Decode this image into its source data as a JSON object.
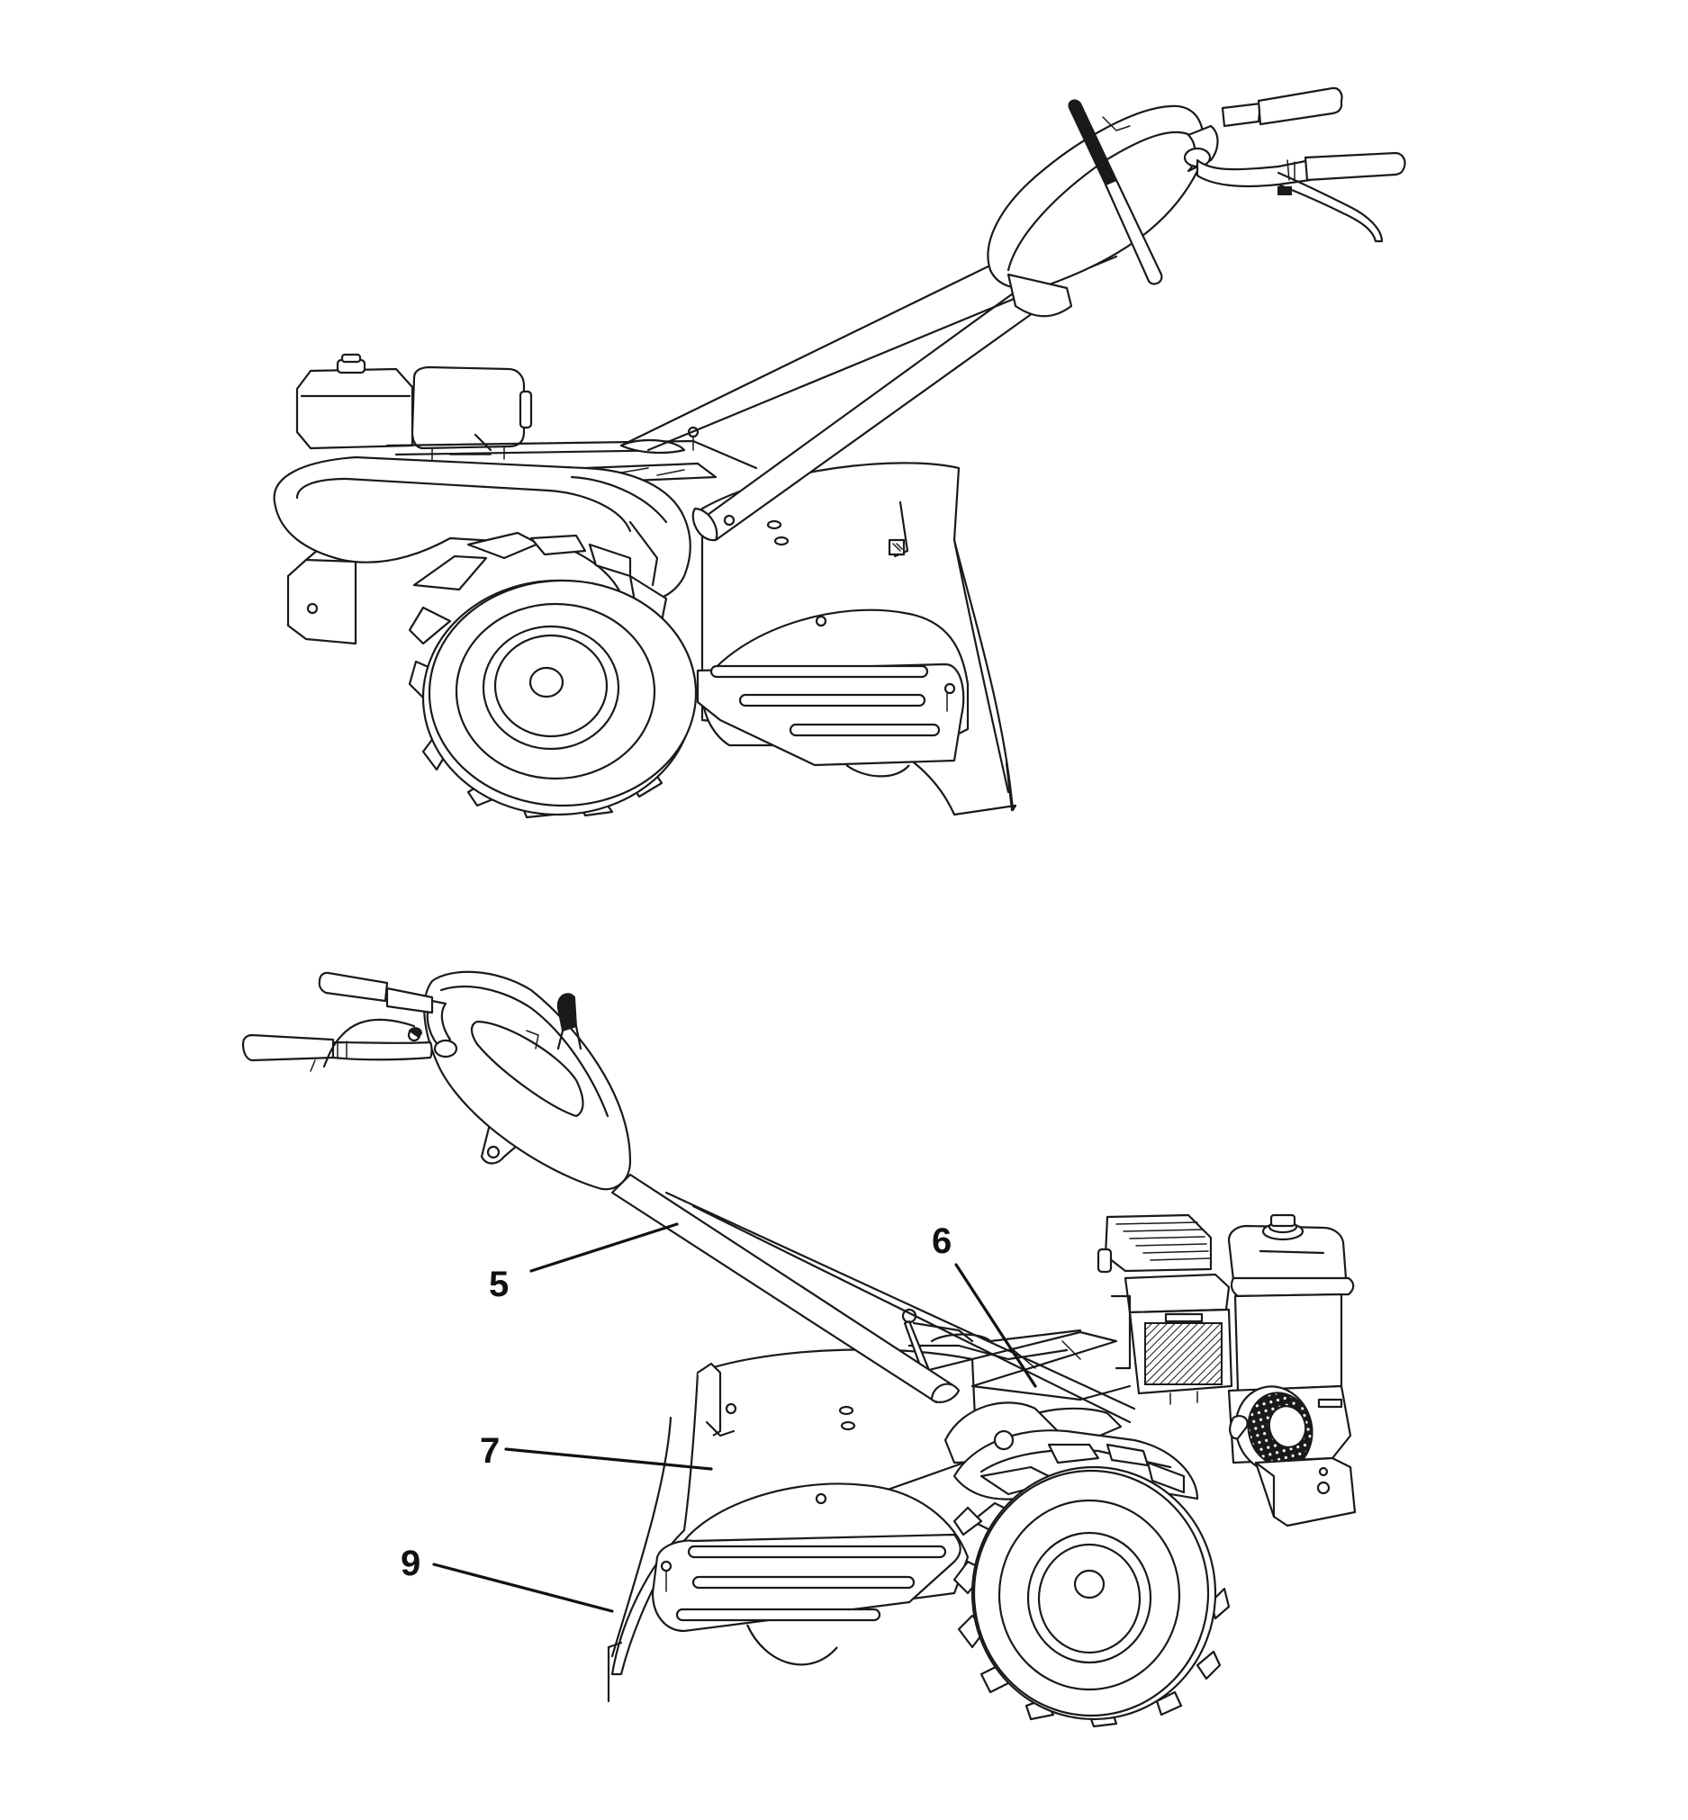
{
  "callouts": [
    {
      "id": "5",
      "label": "5"
    },
    {
      "id": "6",
      "label": "6"
    },
    {
      "id": "7",
      "label": "7"
    },
    {
      "id": "9",
      "label": "9"
    }
  ],
  "colors": {
    "ink": "#1a1a1a",
    "paper": "#ffffff"
  }
}
